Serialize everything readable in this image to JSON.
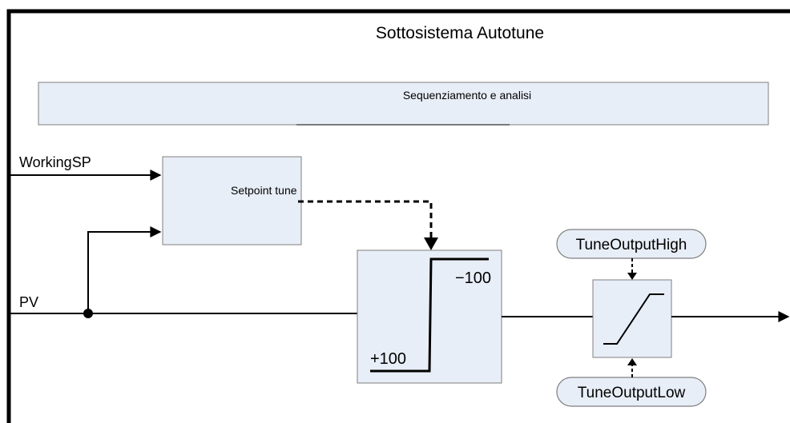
{
  "diagram": {
    "title": "Sottosistema Autotune",
    "sequencing_block": "Sequenziamento e analisi",
    "setpoint_block": "Setpoint tune",
    "relay": {
      "upper_label": "−100",
      "lower_label": "+100"
    },
    "limits": {
      "high": "TuneOutputHigh",
      "low": "TuneOutputLow"
    },
    "inputs": {
      "working_sp": "WorkingSP",
      "pv": "PV"
    }
  }
}
